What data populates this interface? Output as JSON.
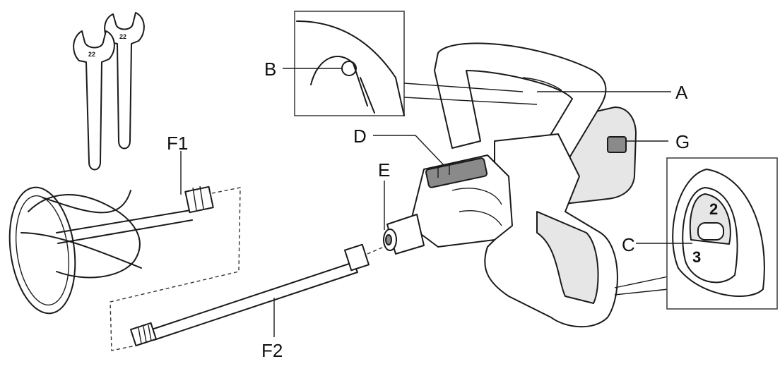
{
  "labels": {
    "a": "A",
    "b": "B",
    "c": "C",
    "d": "D",
    "e": "E",
    "f1": "F1",
    "f2": "F2",
    "g": "G"
  },
  "wrench_size": "22",
  "speed_switch": {
    "upper": "2",
    "lower": "3"
  }
}
